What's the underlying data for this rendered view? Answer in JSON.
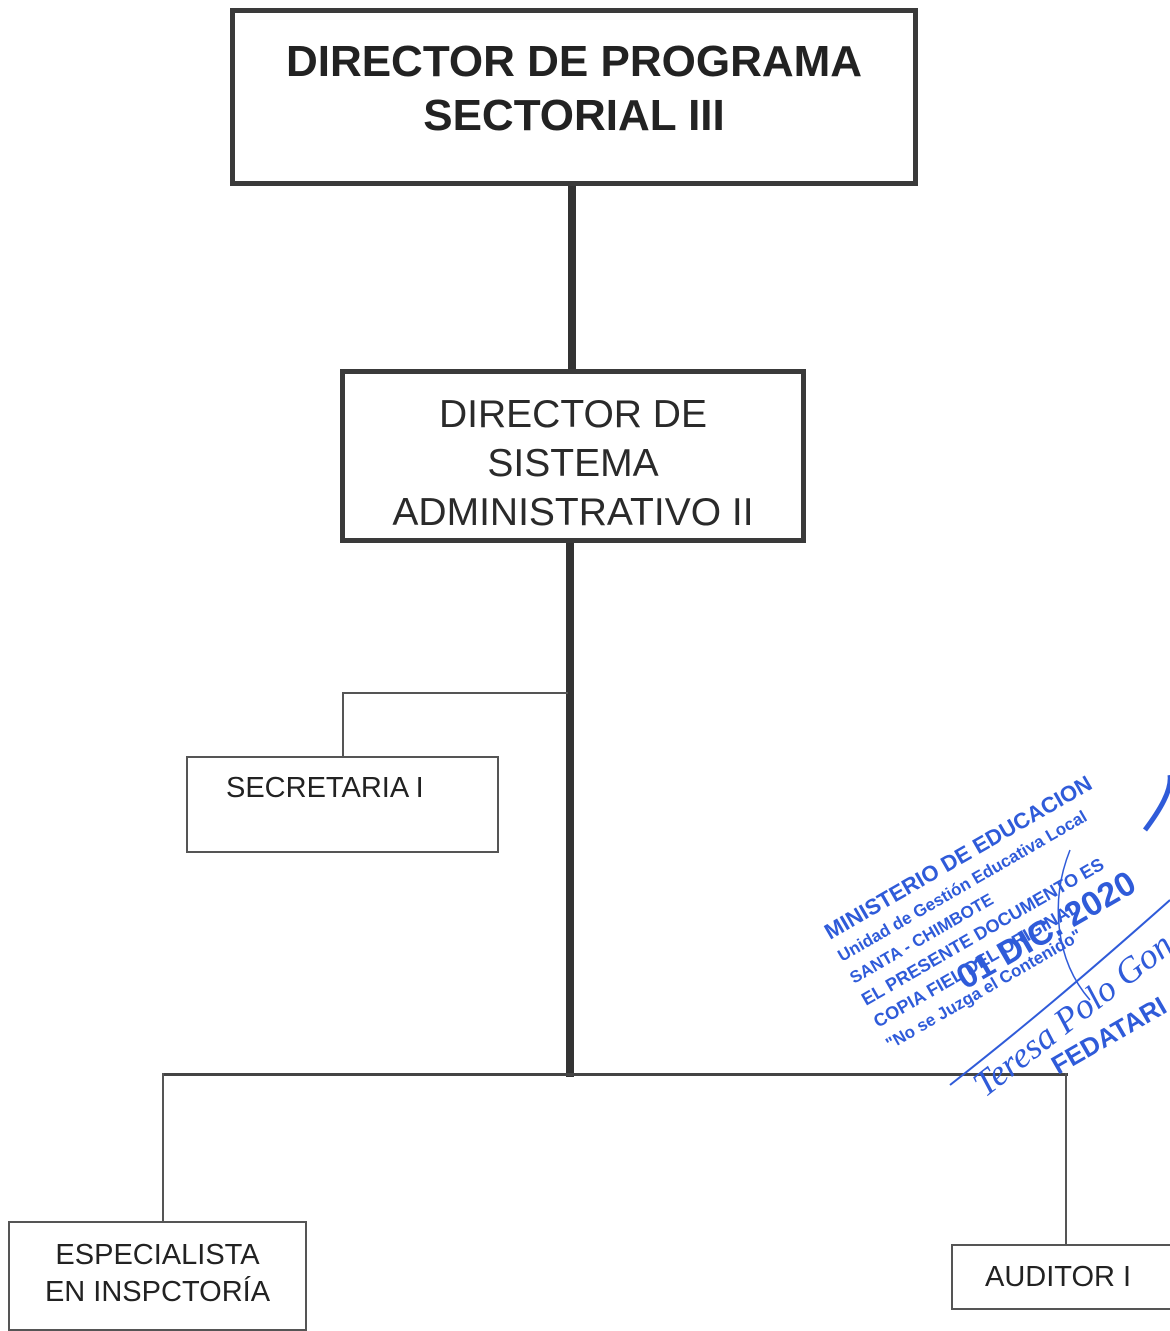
{
  "org_chart": {
    "top": {
      "lines": [
        "DIRECTOR DE PROGRAMA",
        "SECTORIAL III"
      ]
    },
    "middle": {
      "lines": [
        "DIRECTOR DE",
        "SISTEMA",
        "ADMINISTRATIVO II"
      ]
    },
    "secretary": {
      "label": "SECRETARIA I"
    },
    "specialist": {
      "lines": [
        "ESPECIALISTA",
        "EN INSPCTORÍA"
      ]
    },
    "auditor": {
      "label": "AUDITOR I"
    }
  },
  "stamp": {
    "lines": [
      "MINISTERIO DE EDUCACION",
      "Unidad de Gestión Educativa Local",
      "SANTA - CHIMBOTE",
      "EL PRESENTE DOCUMENTO ES",
      "COPIA FIEL DEL ORIGINAL",
      "\"No se Juzga el Contenido\""
    ],
    "date": "01 DIC. 2020",
    "signature": "Teresa Polo Gon",
    "role": "FEDATARI",
    "color": "#2f5bd9"
  }
}
